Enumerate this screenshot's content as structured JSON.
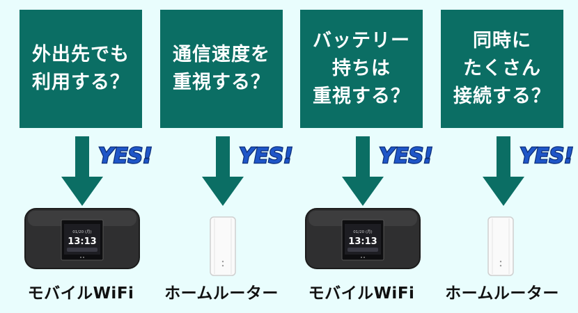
{
  "colors": {
    "background": "#e9fdfd",
    "box": "#0b6e64",
    "yes_fill": "#1f56c8",
    "yes_outline": "#ffffff",
    "label_text": "#111111"
  },
  "columns": [
    {
      "question": "外出先でも\n利用する？",
      "yes": "YES!",
      "device_icon": "mobile-wifi-icon",
      "screen": {
        "time": "13:13",
        "date": "01/20 (月)"
      },
      "label": "モバイルWiFi"
    },
    {
      "question": "通信速度を\n重視する？",
      "yes": "YES!",
      "device_icon": "home-router-icon",
      "label": "ホームルーター"
    },
    {
      "question": "バッテリー\n持ちは\n重視する？",
      "yes": "YES!",
      "device_icon": "mobile-wifi-icon",
      "screen": {
        "time": "13:13",
        "date": "01/20 (月)"
      },
      "label": "モバイルWiFi"
    },
    {
      "question": "同時に\nたくさん\n接続する？",
      "yes": "YES!",
      "device_icon": "home-router-icon",
      "label": "ホームルーター"
    }
  ]
}
